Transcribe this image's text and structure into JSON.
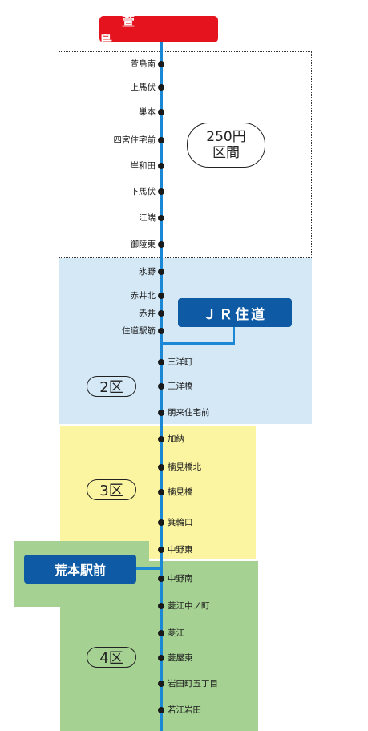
{
  "terminal": {
    "name": "萱 島"
  },
  "zones": {
    "z250": {
      "line1": "250円",
      "line2": "区間"
    },
    "z2": {
      "label": "2区"
    },
    "z3": {
      "label": "3区"
    },
    "z4": {
      "label": "4区"
    }
  },
  "transfers": {
    "jr": "ＪＲ住道",
    "arakawa": "荒本駅前"
  },
  "stops": [
    {
      "name": "萱島南",
      "side": "left",
      "zone": "250"
    },
    {
      "name": "上馬伏",
      "side": "left",
      "zone": "250"
    },
    {
      "name": "巣本",
      "side": "left",
      "zone": "250"
    },
    {
      "name": "四宮住宅前",
      "side": "left",
      "zone": "250"
    },
    {
      "name": "岸和田",
      "side": "left",
      "zone": "250"
    },
    {
      "name": "下馬伏",
      "side": "left",
      "zone": "250"
    },
    {
      "name": "江端",
      "side": "left",
      "zone": "250"
    },
    {
      "name": "御陵東",
      "side": "left",
      "zone": "250"
    },
    {
      "name": "氷野",
      "side": "left",
      "zone": "2"
    },
    {
      "name": "赤井北",
      "side": "left",
      "zone": "2"
    },
    {
      "name": "赤井",
      "side": "left",
      "zone": "2"
    },
    {
      "name": "住道駅筋",
      "side": "left",
      "zone": "2"
    },
    {
      "name": "三洋町",
      "side": "right",
      "zone": "2"
    },
    {
      "name": "三洋橋",
      "side": "right",
      "zone": "2"
    },
    {
      "name": "朋来住宅前",
      "side": "right",
      "zone": "2"
    },
    {
      "name": "加納",
      "side": "right",
      "zone": "3"
    },
    {
      "name": "楠見橋北",
      "side": "right",
      "zone": "3"
    },
    {
      "name": "楠見橋",
      "side": "right",
      "zone": "3"
    },
    {
      "name": "箕輪口",
      "side": "right",
      "zone": "3"
    },
    {
      "name": "中野東",
      "side": "right",
      "zone": "3"
    },
    {
      "name": "中野南",
      "side": "right",
      "zone": "4"
    },
    {
      "name": "菱江中ノ町",
      "side": "right",
      "zone": "4"
    },
    {
      "name": "菱江",
      "side": "right",
      "zone": "4"
    },
    {
      "name": "菱屋東",
      "side": "right",
      "zone": "4"
    },
    {
      "name": "岩田町五丁目",
      "side": "right",
      "zone": "4"
    },
    {
      "name": "若江岩田",
      "side": "right",
      "zone": "4"
    }
  ],
  "colors": {
    "line": "#1a88d4",
    "terminal": "#e4131d",
    "transfer": "#0e5aa4",
    "zone2": "#d4e8f6",
    "zone3": "#fbf5a2",
    "zone4": "#a5d293"
  }
}
